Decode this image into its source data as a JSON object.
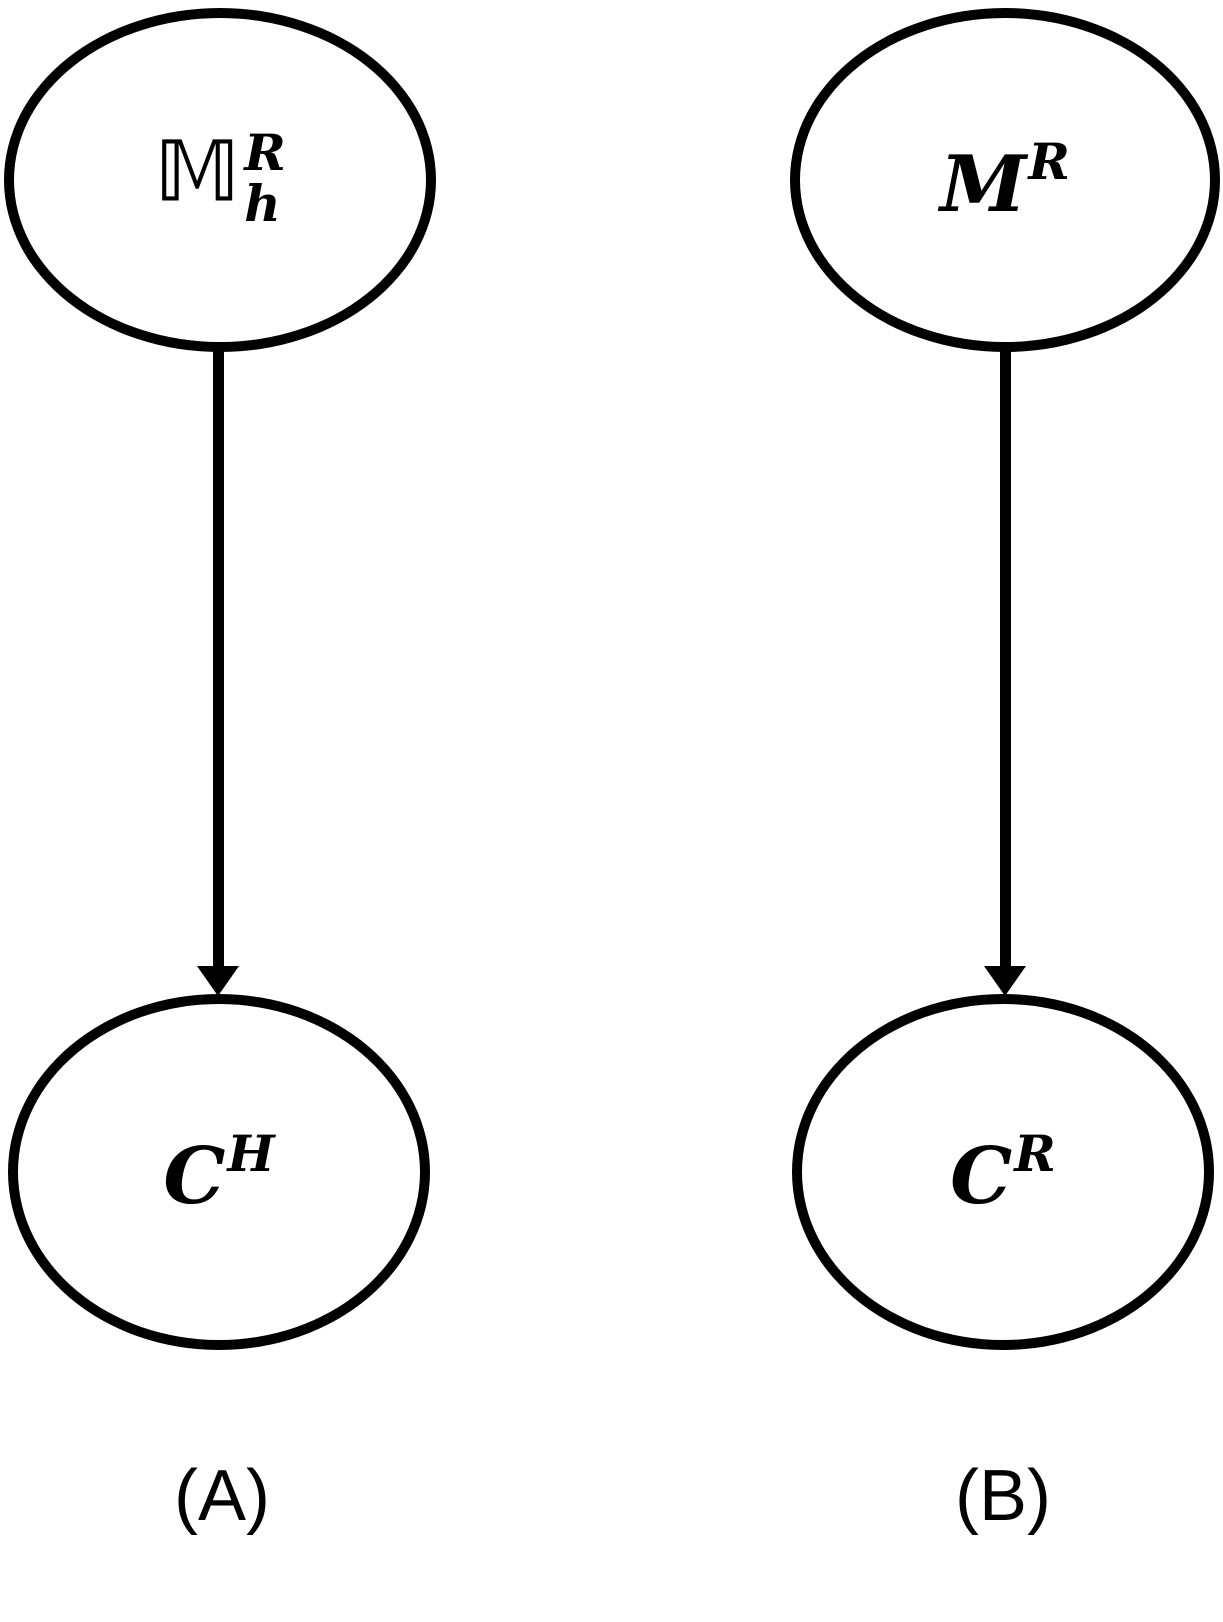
{
  "figure": {
    "background_color": "#ffffff",
    "stroke_color": "#000000",
    "panels": [
      {
        "id": "A",
        "caption": "(A)",
        "top_node": {
          "label_base": "𝕄",
          "label_sup": "R",
          "label_sub": "h"
        },
        "bottom_node": {
          "label_base": "C",
          "label_sup": "H"
        },
        "arrow": "top-node → bottom-node"
      },
      {
        "id": "B",
        "caption": "(B)",
        "top_node": {
          "label_base": "M",
          "label_sup": "R"
        },
        "bottom_node": {
          "label_base": "C",
          "label_sup": "R"
        },
        "arrow": "top-node → bottom-node"
      }
    ]
  }
}
